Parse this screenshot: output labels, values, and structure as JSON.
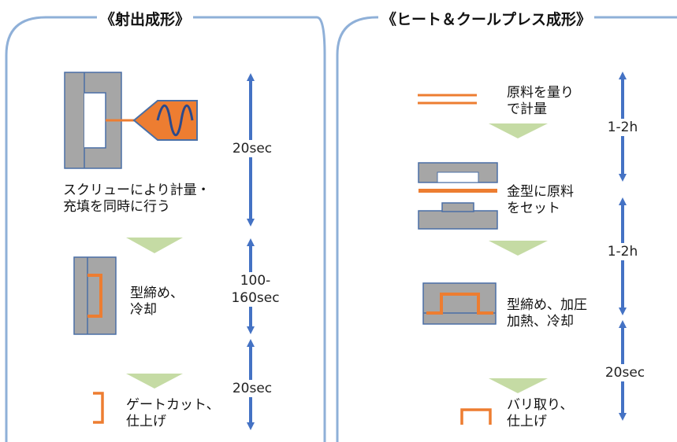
{
  "colors": {
    "panel_border": "#8fb0d8",
    "mold_gray": "#a6a6a6",
    "mold_edge": "#4a6fa5",
    "orange": "#ed7d31",
    "green_arrow": "#c5dba4",
    "time_arrow": "#4472c4"
  },
  "left_panel": {
    "title": "《射出成形》",
    "steps": [
      "スクリューにより計量・\n充填を同時に行う",
      "型締め、\n冷却",
      "ゲートカット、\n仕上げ"
    ],
    "times": [
      "20sec",
      "100-\n160sec",
      "20sec"
    ]
  },
  "right_panel": {
    "title": "《ヒート＆クールプレス成形》",
    "steps": [
      "原料を量り\nで計量",
      "金型に原料\nをセット",
      "型締め、加圧\n加熱、冷却",
      "バリ取り、\n仕上げ"
    ],
    "times": [
      "1-2h",
      "1-2h",
      "20sec"
    ]
  }
}
